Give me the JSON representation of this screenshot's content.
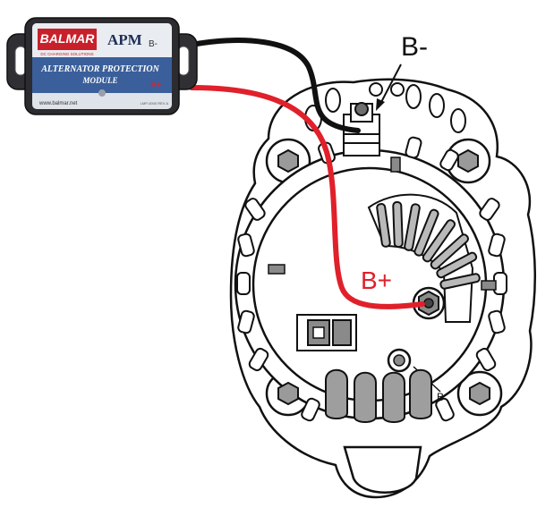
{
  "module": {
    "brand": "BALMAR",
    "brand_tagline": "DC CHARGING SOLUTIONS",
    "model": "APM",
    "title_line1": "ALTERNATOR PROTECTION",
    "title_line2": "MODULE",
    "website": "www.balmar.net",
    "part_number": "LMP-0000 REV A",
    "terminal_negative": "B-",
    "terminal_positive": "B+"
  },
  "labels": {
    "negative_terminal": "B-",
    "positive_terminal": "B+"
  },
  "colors": {
    "positive_wire": "#e0202a",
    "negative_wire": "#111111",
    "module_body": "#2b2b30",
    "module_label": "#dfe3ea",
    "brand_red": "#c8202b",
    "drawing_line": "#111111",
    "grey_fill": "#b9b9b9"
  }
}
